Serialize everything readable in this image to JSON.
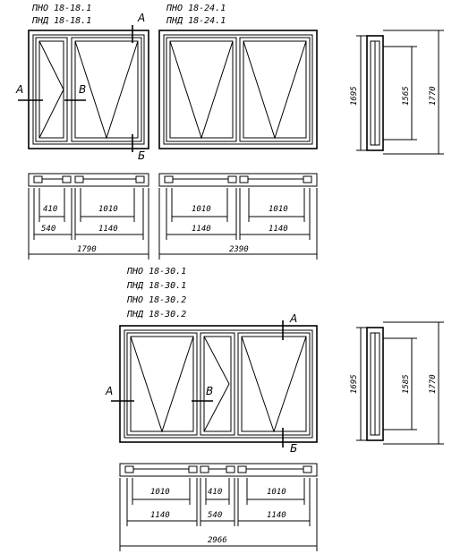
{
  "labels": {
    "top_left": [
      "ПНО 18-18.1",
      "ПНД 18-18.1"
    ],
    "top_center": [
      "ПНО 18-24.1",
      "ПНД 18-24.1"
    ],
    "bottom": [
      "ПНО 18-30.1",
      "ПНД 18-30.1",
      "ПНО 18-30.2",
      "ПНД 18-30.2"
    ]
  },
  "markers": {
    "A": "А",
    "B": "Б",
    "V": "В"
  },
  "dims": {
    "top_left": {
      "sash": "410",
      "sash_full": "540",
      "leaf": "1010",
      "leaf_full": "1140",
      "total": "1790"
    },
    "top_center": {
      "leaf1": "1010",
      "leaf1_full": "1140",
      "leaf2": "1010",
      "leaf2_full": "1140",
      "total": "2390"
    },
    "bottom": {
      "leaf1": "1010",
      "leaf1_full": "1140",
      "sash": "410",
      "sash_full": "540",
      "leaf2": "1010",
      "leaf2_full": "1140",
      "total": "2966"
    },
    "side_top": {
      "outer": "1770",
      "inner": "1565",
      "height": "1695"
    },
    "side_bottom": {
      "outer": "1770",
      "inner": "1585",
      "height": "1695"
    }
  }
}
